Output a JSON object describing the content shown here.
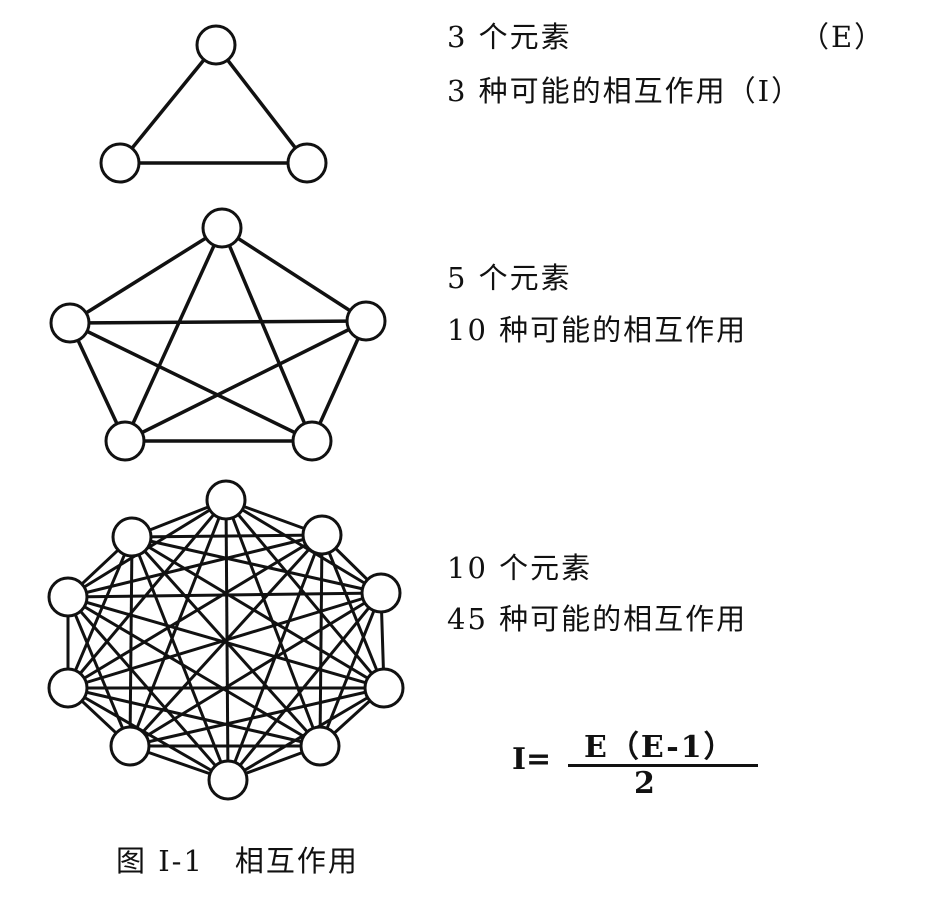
{
  "graphs": [
    {
      "name": "triangle",
      "elements": 3,
      "interactions": 3
    },
    {
      "name": "pentagon",
      "elements": 5,
      "interactions": 10
    },
    {
      "name": "decagon",
      "elements": 10,
      "interactions": 45
    }
  ],
  "labels": {
    "g1_elements": "3 个元素",
    "g1_elements_symbol": "（E）",
    "g1_interactions": "3 种可能的相互作用（I）",
    "g2_elements": "5 个元素",
    "g2_interactions": "10 种可能的相互作用",
    "g3_elements": "10 个元素",
    "g3_interactions": "45 种可能的相互作用"
  },
  "formula": {
    "lhs": "I=",
    "numerator": "E（E-1）",
    "denominator": "2"
  },
  "caption": "图 I-1　相互作用"
}
